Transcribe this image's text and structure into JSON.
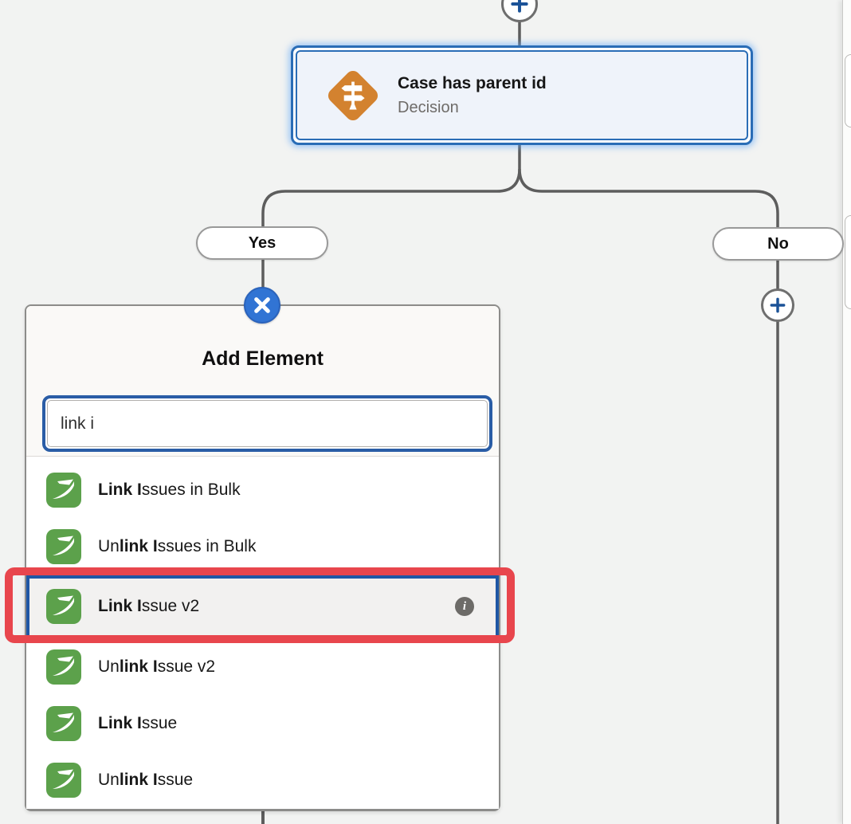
{
  "flow": {
    "decision": {
      "title": "Case has parent id",
      "type_label": "Decision"
    },
    "yes_label": "Yes",
    "no_label": "No"
  },
  "popup": {
    "title": "Add Element",
    "search_value": "link i",
    "items": [
      {
        "pre": "",
        "match": "Link I",
        "post": "ssues in Bulk"
      },
      {
        "pre": "Un",
        "match": "link I",
        "post": "ssues in Bulk"
      },
      {
        "pre": "",
        "match": "Link I",
        "post": "ssue v2"
      },
      {
        "pre": "Un",
        "match": "link I",
        "post": "ssue v2"
      },
      {
        "pre": "",
        "match": "Link I",
        "post": "ssue"
      },
      {
        "pre": "Un",
        "match": "link I",
        "post": "ssue"
      }
    ]
  },
  "icons": {
    "info": "i"
  },
  "colors": {
    "canvas": "#f2f3f2",
    "connector": "#5d5d5d",
    "node_border_blue": "#2a6db6",
    "decision_orange": "#d3822f",
    "close_blue": "#3174d4",
    "plus_blue": "#1b5297",
    "search_focus_blue": "#2a5da6",
    "selected_row_blue": "#1f57a5",
    "zendesk_green": "#5ca14b",
    "annotation_red": "#e8464d"
  }
}
